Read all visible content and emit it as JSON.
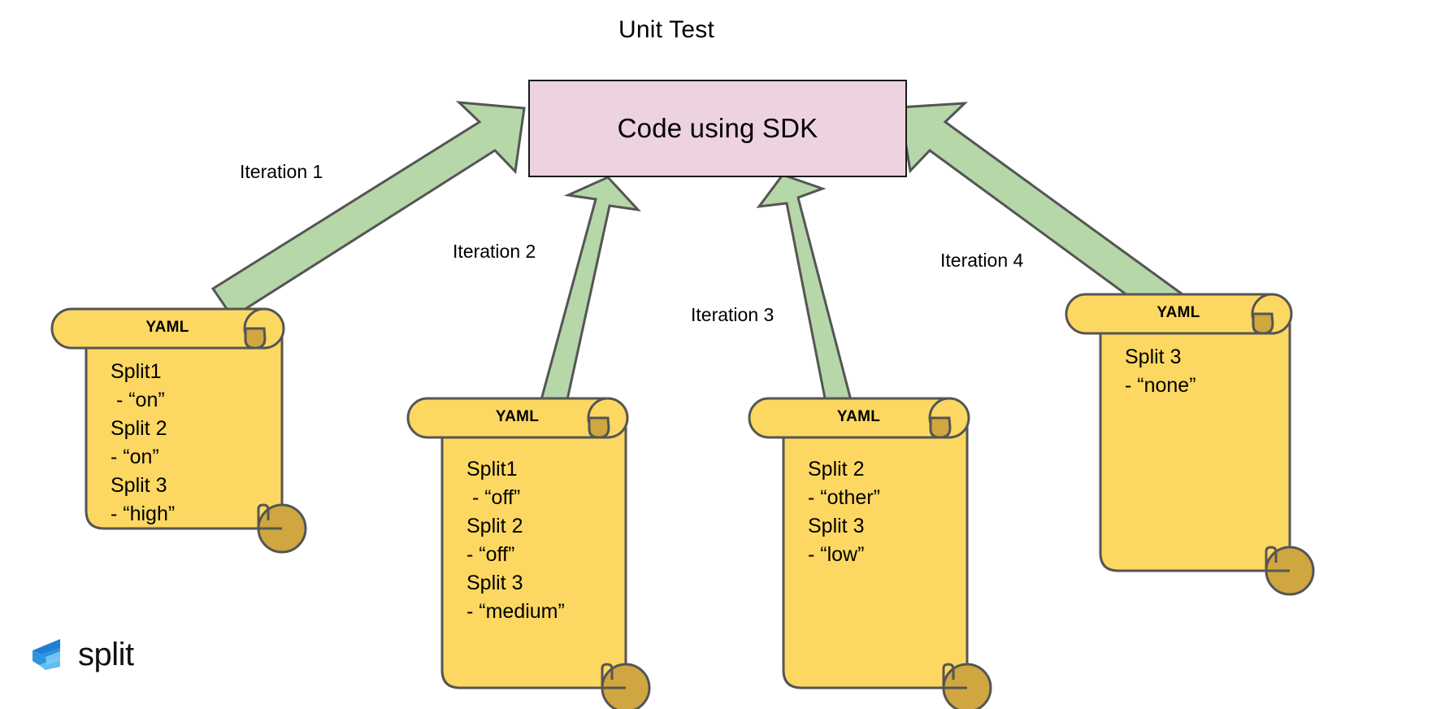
{
  "diagram": {
    "title": "Unit Test",
    "center_node": {
      "label": "Code using SDK",
      "fill": "#edd2e0",
      "stroke": "#1a1a1a"
    },
    "arrow_style": {
      "fill": "#b6d7a8",
      "stroke": "#555555"
    },
    "edges": [
      {
        "label": "Iteration 1",
        "from": "yaml-1",
        "to": "code-using-sdk"
      },
      {
        "label": "Iteration 2",
        "from": "yaml-2",
        "to": "code-using-sdk"
      },
      {
        "label": "Iteration 3",
        "from": "yaml-3",
        "to": "code-using-sdk"
      },
      {
        "label": "Iteration 4",
        "from": "yaml-4",
        "to": "code-using-sdk"
      }
    ],
    "scrolls": [
      {
        "id": "yaml-1",
        "header": "YAML",
        "content": "Split1\n - “on”\nSplit 2\n- “on”\nSplit 3\n- “high”",
        "fill": "#fcd862",
        "curl_fill": "#cfa63f",
        "stroke": "#555555"
      },
      {
        "id": "yaml-2",
        "header": "YAML",
        "content": "Split1\n - “off”\nSplit 2\n- “off”\nSplit 3\n- “medium”",
        "fill": "#fcd862",
        "curl_fill": "#cfa63f",
        "stroke": "#555555"
      },
      {
        "id": "yaml-3",
        "header": "YAML",
        "content": "Split 2\n- “other”\nSplit 3\n- “low”",
        "fill": "#fcd862",
        "curl_fill": "#cfa63f",
        "stroke": "#555555"
      },
      {
        "id": "yaml-4",
        "header": "YAML",
        "content": "Split 3\n- “none”",
        "fill": "#fcd862",
        "curl_fill": "#cfa63f",
        "stroke": "#555555"
      }
    ]
  },
  "branding": {
    "logo_text": "split",
    "logo_colors": {
      "dark_blue": "#1e7fd4",
      "mid_blue": "#3fa0e8",
      "light_blue": "#6fc2f2",
      "wordmark": "#111111"
    }
  }
}
